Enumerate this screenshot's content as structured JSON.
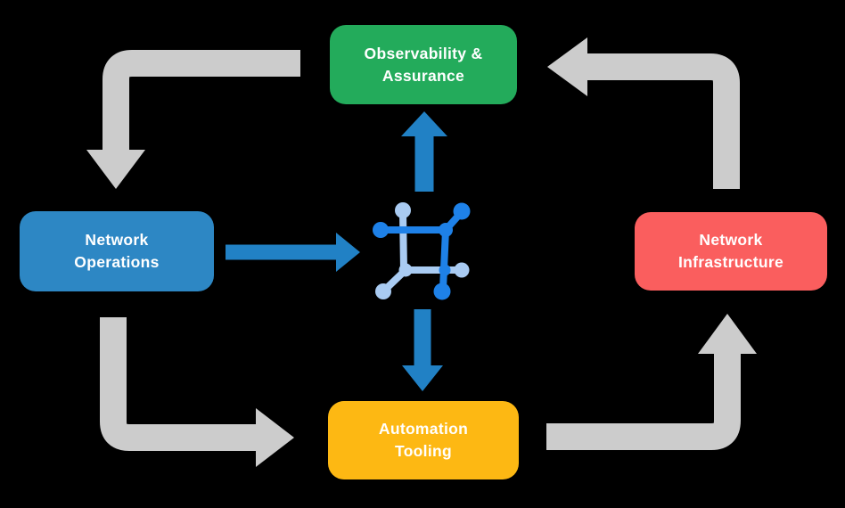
{
  "canvas": {
    "background": "#000000"
  },
  "nodes": {
    "observability": {
      "line1": "Observability &",
      "line2": "Assurance",
      "color": "#23AB5B",
      "text_color": "#FFFFFF"
    },
    "operations": {
      "line1": "Network",
      "line2": "Operations",
      "color": "#2D87C4",
      "text_color": "#FFFFFF"
    },
    "infrastructure": {
      "line1": "Network",
      "line2": "Infrastructure",
      "color": "#FA5E5E",
      "text_color": "#FFFFFF"
    },
    "automation": {
      "line1": "Automation",
      "line2": "Tooling",
      "color": "#FDB813",
      "text_color": "#FFFFFF"
    }
  },
  "arrows": {
    "cycle_color": "#CCCCCC",
    "flow_color": "#2181C5"
  },
  "center_icon": {
    "name": "network-automation-icon",
    "dark": "#1E81E8",
    "light": "#A9CBF2"
  }
}
